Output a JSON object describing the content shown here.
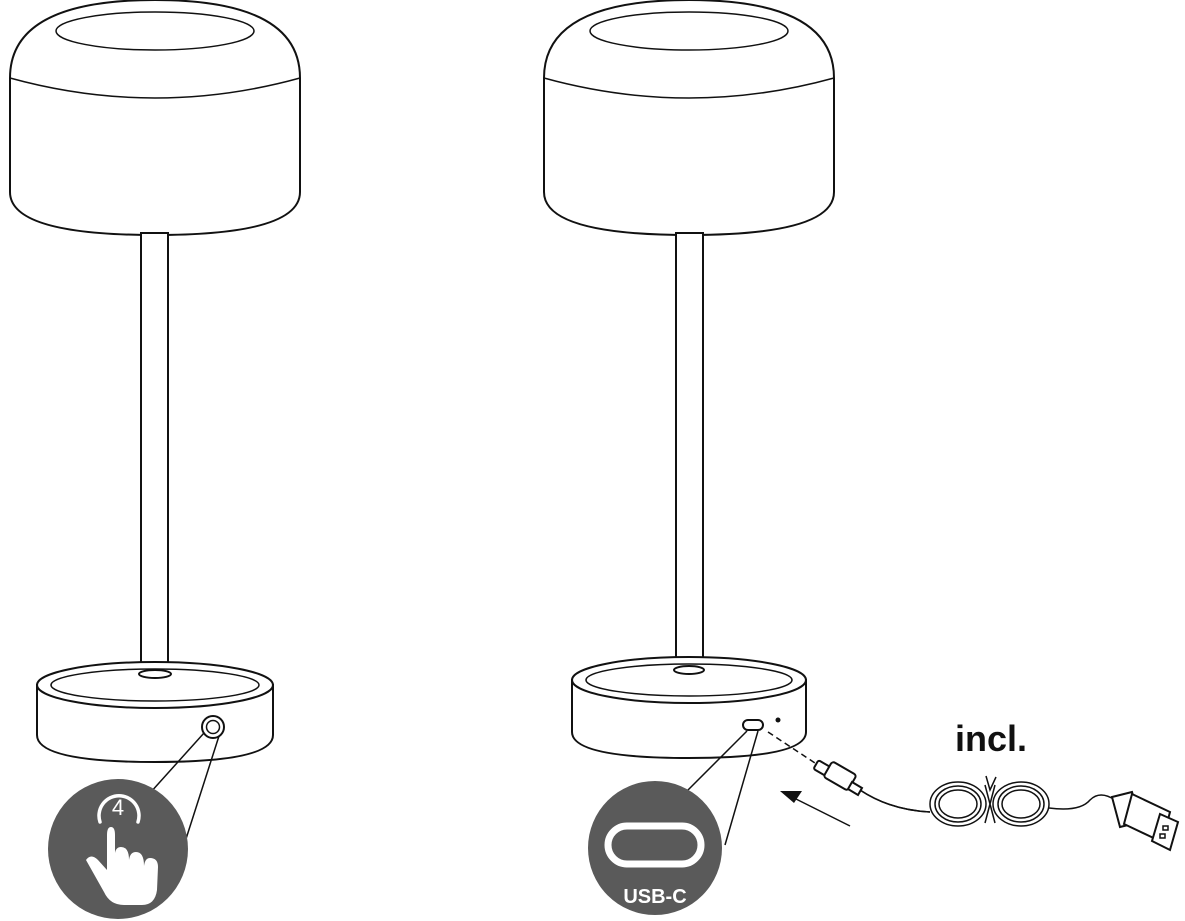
{
  "labels": {
    "touch_count": "4",
    "port_name": "USB-C",
    "cable_note": "incl."
  },
  "colors": {
    "line": "#111111",
    "badge_fill": "#5a5a5a",
    "background": "#ffffff"
  },
  "icons": [
    "touch-hand-icon",
    "usb-c-port-icon",
    "usb-cable-icon",
    "arrow-icon"
  ]
}
